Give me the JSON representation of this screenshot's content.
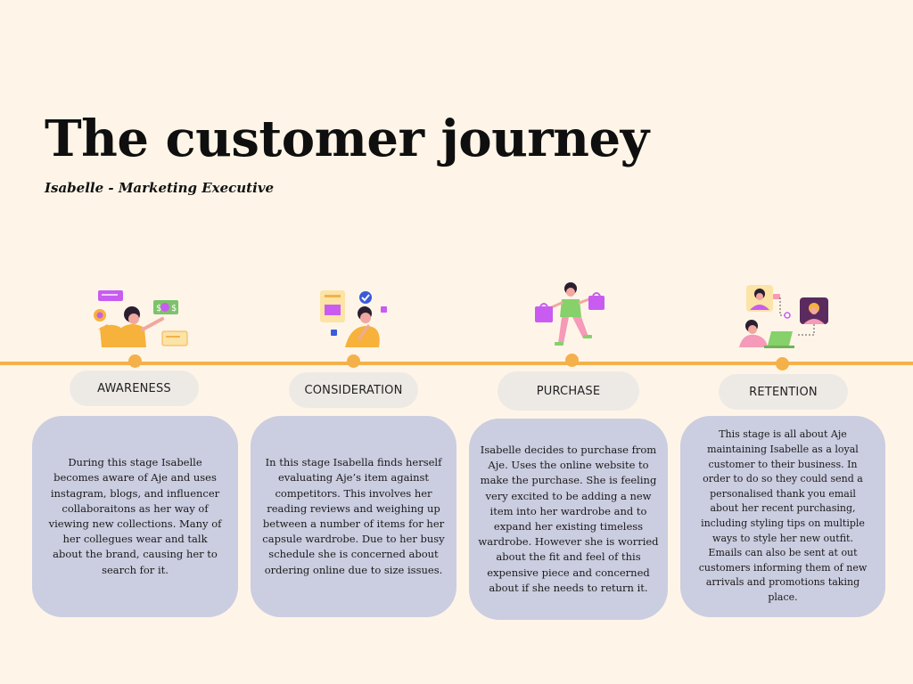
{
  "header": {
    "title": "The customer journey",
    "subtitle": "Isabelle - Marketing Executive"
  },
  "colors": {
    "background": "#FEF5E8",
    "timeline": "#F4B14A",
    "card": "#CBCDE0",
    "pill": "#EDEAE6",
    "accent_purple": "#C95CF0",
    "accent_orange": "#F7B23B"
  },
  "stages": [
    {
      "label": "AWARENESS",
      "icon": "woman-browsing-social-media-illustration",
      "text": "During this stage Isabelle becomes aware of Aje and uses instagram, blogs, and influencer collaboraitons as her way of viewing new collections. Many of her collegues wear and talk about the brand, causing her to search for it."
    },
    {
      "label": "CONSIDERATION",
      "icon": "woman-thinking-checklist-illustration",
      "text": "In this stage Isabella finds herself evaluating Aje’s item against competitors. This involves her reading reviews and weighing up between a number of items for her capsule wardrobe. Due to her busy schedule she is concerned about ordering online due to size issues."
    },
    {
      "label": "PURCHASE",
      "icon": "woman-carrying-shopping-bags-illustration",
      "text": "Isabelle decides to purchase from Aje.  Uses the online website to make the purchase. She is feeling very excited to be adding a new item into her wardrobe and to expand her existing timeless wardrobe. However she is worried about the fit and feel of this expensive piece and concerned about if she needs to return it."
    },
    {
      "label": "RETENTION",
      "icon": "woman-on-laptop-with-contacts-illustration",
      "text": "This stage is all about Aje maintaining Isabelle as a loyal customer to their business. In order to do so they could send a personalised thank you email about her recent purchasing, including styling tips on multiple ways to style her new outfit. Emails can also be sent at out customers informing them of new arrivals and promotions taking place."
    }
  ]
}
